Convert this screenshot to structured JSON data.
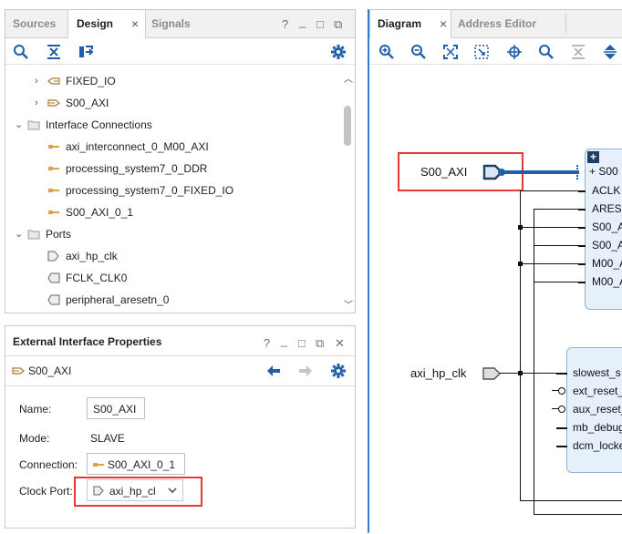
{
  "sources_panel": {
    "tabs": [
      {
        "label": "Sources",
        "active": false
      },
      {
        "label": "Design",
        "active": true
      },
      {
        "label": "Signals",
        "active": false
      }
    ],
    "tab_close": "×",
    "controls": [
      "?",
      "_",
      "□",
      "⧉"
    ],
    "tree": [
      {
        "label": "FIXED_IO",
        "icon": "bus-port-icon",
        "expandable": true
      },
      {
        "label": "S00_AXI",
        "icon": "bus-port-icon",
        "expandable": true
      },
      {
        "label": "Interface Connections",
        "icon": "folder-icon",
        "expanded": true
      },
      {
        "label": "axi_interconnect_0_M00_AXI",
        "icon": "interface-net-icon"
      },
      {
        "label": "processing_system7_0_DDR",
        "icon": "interface-net-icon"
      },
      {
        "label": "processing_system7_0_FIXED_IO",
        "icon": "interface-net-icon"
      },
      {
        "label": "S00_AXI_0_1",
        "icon": "interface-net-icon"
      },
      {
        "label": "Ports",
        "icon": "folder-icon",
        "expanded": true
      },
      {
        "label": "axi_hp_clk",
        "icon": "port-icon"
      },
      {
        "label": "FCLK_CLK0",
        "icon": "port-icon"
      },
      {
        "label": "peripheral_aresetn_0",
        "icon": "port-icon"
      }
    ]
  },
  "properties_panel": {
    "title": "External Interface Properties",
    "controls": [
      "?",
      "_",
      "□",
      "⧉",
      "✕"
    ],
    "object_name": "S00_AXI",
    "rows": {
      "name_label": "Name:",
      "name_value": "S00_AXI",
      "mode_label": "Mode:",
      "mode_value": "SLAVE",
      "connection_label": "Connection:",
      "connection_value": "S00_AXI_0_1",
      "clock_label": "Clock Port:",
      "clock_value": "axi_hp_cl"
    }
  },
  "diagram_panel": {
    "tabs": [
      {
        "label": "Diagram",
        "active": true
      },
      {
        "label": "Address Editor",
        "active": false
      }
    ],
    "tab_close": "×",
    "ports": {
      "s00_axi": "S00_AXI",
      "axi_hp_clk": "axi_hp_clk"
    },
    "block1_pins": [
      "S00",
      "ACLK",
      "ARES",
      "S00_A",
      "S00_A",
      "M00_A",
      "M00_A"
    ],
    "block2_pins": [
      "slowest_s",
      "ext_reset_",
      "aux_reset_",
      "mb_debug",
      "dcm_locke"
    ]
  },
  "colors": {
    "accent_blue": "#1f5fa8",
    "highlight_red": "#e53935",
    "block_fill": "#e6f0fb",
    "block_border": "#8fb2d6"
  }
}
